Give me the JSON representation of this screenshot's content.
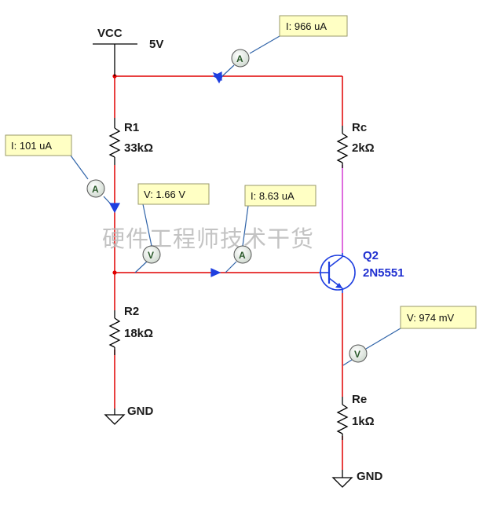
{
  "supply": {
    "name": "VCC",
    "value": "5V"
  },
  "grounds": {
    "left": "GND",
    "right": "GND"
  },
  "resistors": {
    "r1": {
      "name": "R1",
      "value": "33kΩ"
    },
    "r2": {
      "name": "R2",
      "value": "18kΩ"
    },
    "rc": {
      "name": "Rc",
      "value": "2kΩ"
    },
    "re": {
      "name": "Re",
      "value": "1kΩ"
    }
  },
  "transistor": {
    "name": "Q2",
    "part": "2N5551"
  },
  "probes": {
    "i_total": "I: 966 uA",
    "i_r1": "I: 101 uA",
    "v_base": "V: 1.66 V",
    "i_base": "I: 8.63 uA",
    "v_emitter": "V: 974 mV"
  },
  "meter_letters": {
    "ammeter": "A",
    "voltmeter": "V"
  },
  "watermark": "硬件工程师技术干货",
  "colors": {
    "wire": "#e00000",
    "collector_wire": "#d23ad2",
    "transistor": "#1f3fe0",
    "probe_fill": "#ffffc4"
  }
}
